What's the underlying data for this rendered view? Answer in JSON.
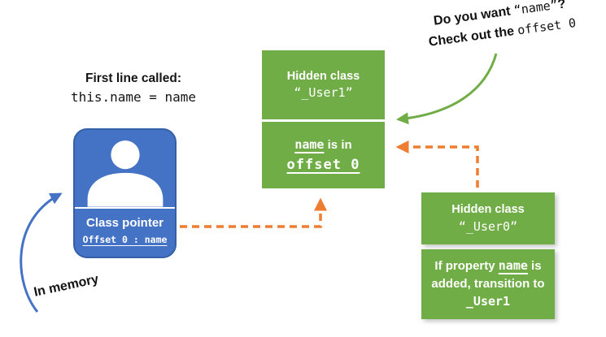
{
  "colors": {
    "box_blue": "#4472C4",
    "box_green": "#70AD47",
    "arrow_orange": "#ED7D31",
    "arrow_green": "#70AD47",
    "arrow_blue": "#4472C4",
    "text_dark": "#111111",
    "text_light": "#FFFFFF"
  },
  "note": {
    "line1_prefix": "Do you want ",
    "line1_mono": "“name”",
    "line1_suffix": "?",
    "line2_prefix": "Check out the ",
    "line2_mono": "offset 0"
  },
  "first_line": {
    "label": "First line called:",
    "code": "this.name = name"
  },
  "object_card": {
    "icon": "person-icon",
    "label": "Class pointer",
    "offset_text": "Offset 0 : name"
  },
  "user1_card": {
    "title": "Hidden class",
    "class_name": "“_User1”",
    "prop_name": "name",
    "prop_suffix": " is in",
    "offset_label": "offset 0"
  },
  "user0_card": {
    "title": "Hidden class",
    "class_name": "“_User0”",
    "body_prefix": "If property ",
    "prop_name": "name",
    "body_mid": " is added, transition to ",
    "target_class": "_User1"
  },
  "in_memory_label": "In memory"
}
